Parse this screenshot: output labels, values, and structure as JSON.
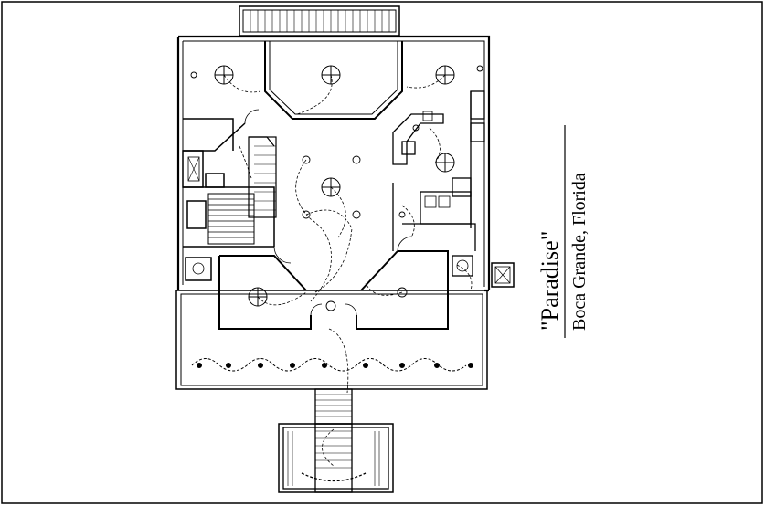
{
  "drawing": {
    "title": "\"Paradise\"",
    "location": "Boca Grande, Florida",
    "line_color": "#000000",
    "background": "#ffffff"
  },
  "symbols": {
    "ceiling_fan": "ceiling-fan-symbol",
    "light_fixture": "light-fixture-symbol",
    "switch_run": "dashed-switch-leg"
  }
}
